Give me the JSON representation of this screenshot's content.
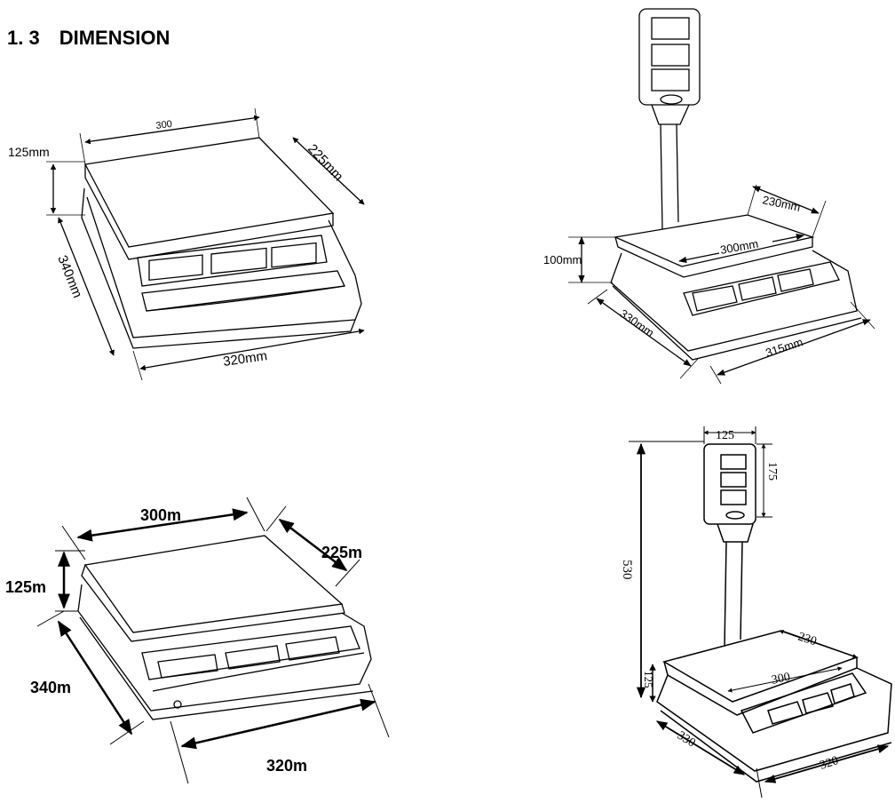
{
  "heading": {
    "number": "1. 3",
    "title": "DIMENSION"
  },
  "figure_a": {
    "label_width": "300",
    "label_height": "125mm",
    "label_depth_top": "225mm",
    "label_depth_side": "340mm",
    "label_base": "320mm"
  },
  "figure_b": {
    "label_height": "100mm",
    "label_depth_top": "230mm",
    "label_width": "300mm",
    "label_depth_side": "330mm",
    "label_base": "315mm"
  },
  "figure_c": {
    "label_width": "300m",
    "label_depth_top": "225m",
    "label_height": "125m",
    "label_depth_side": "340m",
    "label_base": "320m"
  },
  "figure_d": {
    "label_display_width": "125",
    "label_display_height": "175",
    "label_total_height": "530",
    "label_depth_top": "230",
    "label_width": "300",
    "label_height": "125",
    "label_depth_side": "330",
    "label_base": "320"
  }
}
